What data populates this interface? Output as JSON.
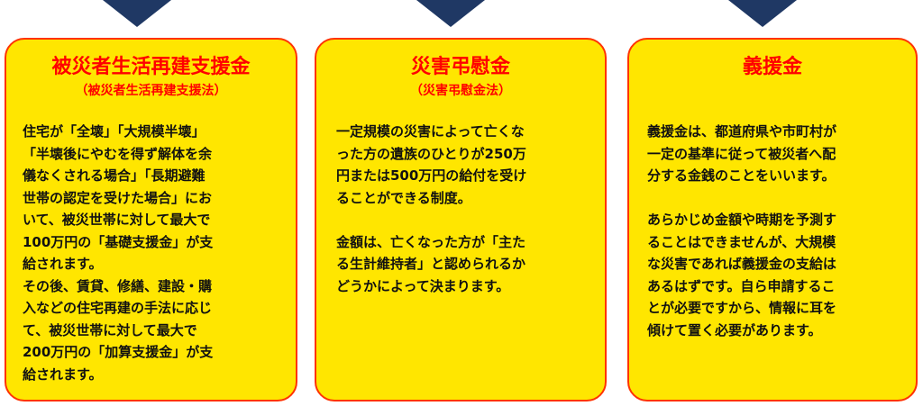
{
  "cards": [
    {
      "title": "被災者生活再建支援金",
      "subtitle": "（被災者生活再建支援法）",
      "paragraphs": [
        [
          "住宅が「全壊」「大規模半壊」",
          "「半壊後にやむを得ず解体を余",
          "儀なくされる場合」「長期避難",
          "世帯の認定を受けた場合」にお",
          "いて、被災世帯に対して最大で",
          "100万円の「基礎支援金」が支",
          "給されます。",
          "その後、賃貸、修繕、建設・購",
          "入などの住宅再建の手法に応じ",
          "て、被災世帯に対して最大で",
          "200万円の「加算支援金」が支",
          "給されます。"
        ]
      ]
    },
    {
      "title": "災害弔慰金",
      "subtitle": "（災害弔慰金法）",
      "paragraphs": [
        [
          "一定規模の災害によって亡くな",
          "った方の遺族のひとりが250万",
          "円または500万円の給付を受け",
          "ることができる制度。"
        ],
        [
          "金額は、亡くなった方が「主た",
          "る生計維持者」と認められるか",
          "どうかによって決まります。"
        ]
      ]
    },
    {
      "title": "義援金",
      "subtitle": "",
      "paragraphs": [
        [
          "義援金は、都道府県や市町村が",
          "一定の基準に従って被災者へ配",
          "分する金銭のことをいいます。"
        ],
        [
          "あらかじめ金額や時期を予測す",
          "ることはできませんが、大規模",
          "な災害であれば義援金の支給は",
          "あるはずです。自ら申請するこ",
          "とが必要ですから、情報に耳を",
          "傾けて置く必要があります。"
        ]
      ]
    }
  ]
}
